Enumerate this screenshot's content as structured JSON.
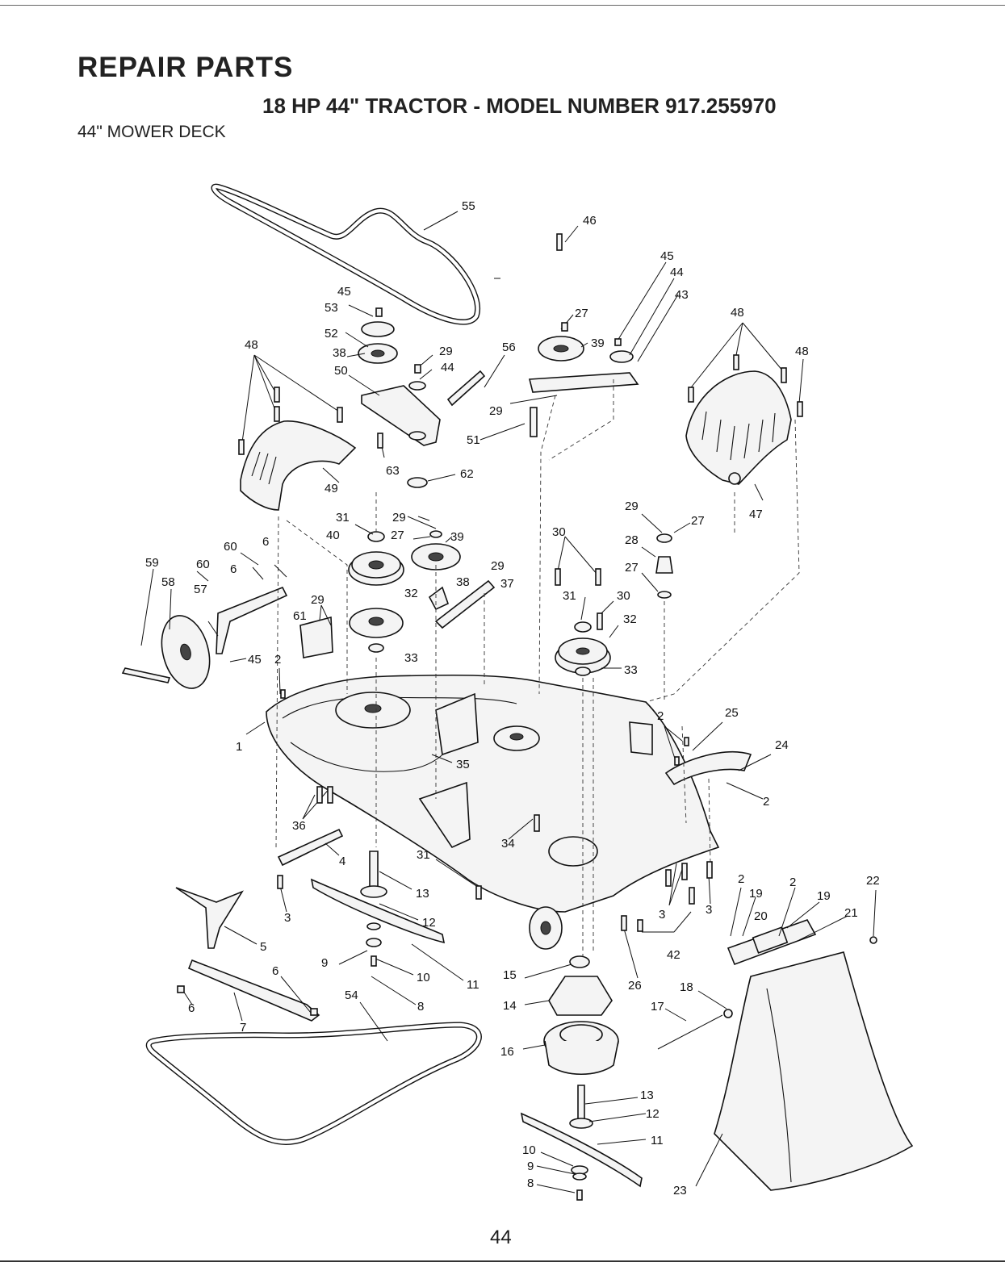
{
  "header": {
    "title": "REPAIR PARTS",
    "subtitle": "18 HP 44\" TRACTOR - MODEL NUMBER 917.255970",
    "section": "44\" MOWER DECK"
  },
  "page_number": "44",
  "callouts": [
    {
      "id": "c55",
      "text": "55"
    },
    {
      "id": "c45a",
      "text": "45"
    },
    {
      "id": "c53",
      "text": "53"
    },
    {
      "id": "c52",
      "text": "52"
    },
    {
      "id": "c38a",
      "text": "38"
    },
    {
      "id": "c50",
      "text": "50"
    },
    {
      "id": "c29a",
      "text": "29"
    },
    {
      "id": "c44a",
      "text": "44"
    },
    {
      "id": "c48a",
      "text": "48"
    },
    {
      "id": "c46",
      "text": "46"
    },
    {
      "id": "c27a",
      "text": "27"
    },
    {
      "id": "c39a",
      "text": "39"
    },
    {
      "id": "c56",
      "text": "56"
    },
    {
      "id": "c29b",
      "text": "29"
    },
    {
      "id": "c51",
      "text": "51"
    },
    {
      "id": "c45b",
      "text": "45"
    },
    {
      "id": "c44b",
      "text": "44"
    },
    {
      "id": "c43",
      "text": "43"
    },
    {
      "id": "c48b",
      "text": "48"
    },
    {
      "id": "c48c",
      "text": "48"
    },
    {
      "id": "c47",
      "text": "47"
    },
    {
      "id": "c63",
      "text": "63"
    },
    {
      "id": "c62",
      "text": "62"
    },
    {
      "id": "c49",
      "text": "49"
    },
    {
      "id": "c31a",
      "text": "31"
    },
    {
      "id": "c29c",
      "text": "29"
    },
    {
      "id": "c40",
      "text": "40"
    },
    {
      "id": "c27b",
      "text": "27"
    },
    {
      "id": "c39b",
      "text": "39"
    },
    {
      "id": "c29d",
      "text": "29"
    },
    {
      "id": "c38b",
      "text": "38"
    },
    {
      "id": "c37",
      "text": "37"
    },
    {
      "id": "c32a",
      "text": "32"
    },
    {
      "id": "c33a",
      "text": "33"
    },
    {
      "id": "c30a",
      "text": "30"
    },
    {
      "id": "c31b",
      "text": "31"
    },
    {
      "id": "c30b",
      "text": "30"
    },
    {
      "id": "c32b",
      "text": "32"
    },
    {
      "id": "c33b",
      "text": "33"
    },
    {
      "id": "c29e",
      "text": "29"
    },
    {
      "id": "c27c",
      "text": "27"
    },
    {
      "id": "c28",
      "text": "28"
    },
    {
      "id": "c27d",
      "text": "27"
    },
    {
      "id": "c60a",
      "text": "60"
    },
    {
      "id": "c6a",
      "text": "6"
    },
    {
      "id": "c59",
      "text": "59"
    },
    {
      "id": "c60b",
      "text": "60"
    },
    {
      "id": "c6b",
      "text": "6"
    },
    {
      "id": "c58",
      "text": "58"
    },
    {
      "id": "c57",
      "text": "57"
    },
    {
      "id": "c29f",
      "text": "29"
    },
    {
      "id": "c61",
      "text": "61"
    },
    {
      "id": "c45c",
      "text": "45"
    },
    {
      "id": "c2a",
      "text": "2"
    },
    {
      "id": "c1",
      "text": "1"
    },
    {
      "id": "c35",
      "text": "35"
    },
    {
      "id": "c2b",
      "text": "2"
    },
    {
      "id": "c25",
      "text": "25"
    },
    {
      "id": "c24",
      "text": "24"
    },
    {
      "id": "c2c",
      "text": "2"
    },
    {
      "id": "c36",
      "text": "36"
    },
    {
      "id": "c34",
      "text": "34"
    },
    {
      "id": "c4",
      "text": "4"
    },
    {
      "id": "c31c",
      "text": "31"
    },
    {
      "id": "c13a",
      "text": "13"
    },
    {
      "id": "c3a",
      "text": "3"
    },
    {
      "id": "c12a",
      "text": "12"
    },
    {
      "id": "c5",
      "text": "5"
    },
    {
      "id": "c9a",
      "text": "9"
    },
    {
      "id": "c10a",
      "text": "10"
    },
    {
      "id": "c11a",
      "text": "11"
    },
    {
      "id": "c6c",
      "text": "6"
    },
    {
      "id": "c6d",
      "text": "6"
    },
    {
      "id": "c7",
      "text": "7"
    },
    {
      "id": "c54",
      "text": "54"
    },
    {
      "id": "c8a",
      "text": "8"
    },
    {
      "id": "c15",
      "text": "15"
    },
    {
      "id": "c14",
      "text": "14"
    },
    {
      "id": "c16",
      "text": "16"
    },
    {
      "id": "c26",
      "text": "26"
    },
    {
      "id": "c17",
      "text": "17"
    },
    {
      "id": "c18",
      "text": "18"
    },
    {
      "id": "c3b",
      "text": "3"
    },
    {
      "id": "c3c",
      "text": "3"
    },
    {
      "id": "c42",
      "text": "42"
    },
    {
      "id": "c2d",
      "text": "2"
    },
    {
      "id": "c19a",
      "text": "19"
    },
    {
      "id": "c2e",
      "text": "2"
    },
    {
      "id": "c19b",
      "text": "19"
    },
    {
      "id": "c20",
      "text": "20"
    },
    {
      "id": "c21",
      "text": "21"
    },
    {
      "id": "c22",
      "text": "22"
    },
    {
      "id": "c13b",
      "text": "13"
    },
    {
      "id": "c12b",
      "text": "12"
    },
    {
      "id": "c11b",
      "text": "11"
    },
    {
      "id": "c10b",
      "text": "10"
    },
    {
      "id": "c9b",
      "text": "9"
    },
    {
      "id": "c8b",
      "text": "8"
    },
    {
      "id": "c23",
      "text": "23"
    }
  ]
}
